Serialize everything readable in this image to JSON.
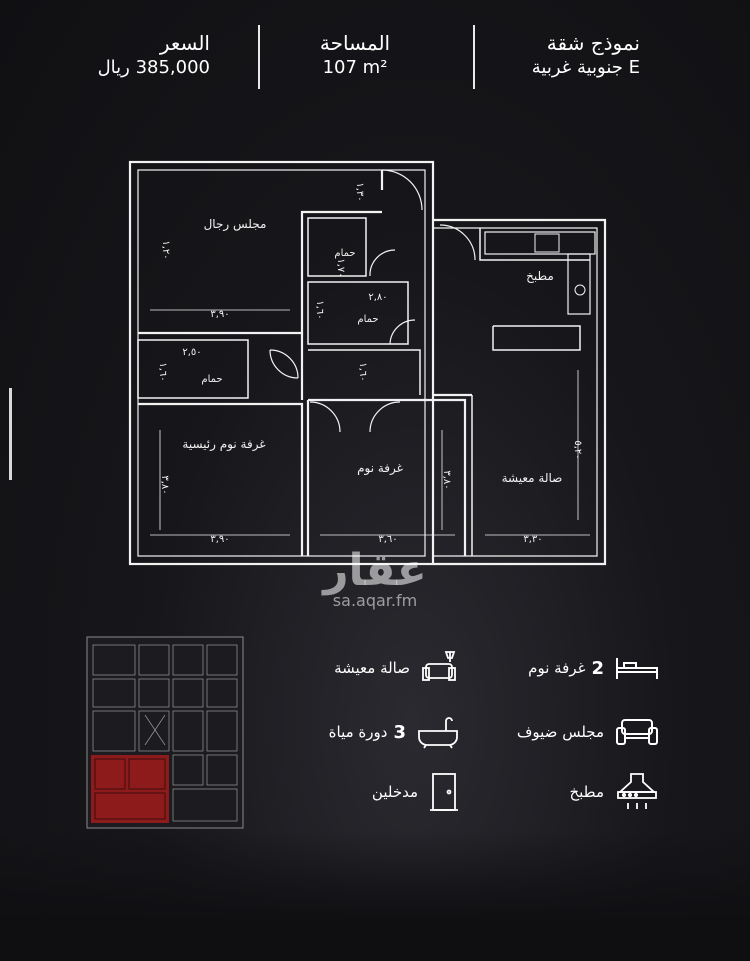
{
  "header": {
    "model_title": "نموذج شقة",
    "model_value": "E جنوبية غربية",
    "area_title": "المساحة",
    "area_value": "107 m²",
    "price_title": "السعر",
    "price_value": "385,000 ريال"
  },
  "plan": {
    "rooms": {
      "majlis": "مجلس رجال",
      "bath1": "حمام",
      "bath2": "حمام",
      "bath3": "حمام",
      "kitchen": "مطبخ",
      "master": "غرفة نوم رئيسية",
      "bedroom": "غرفة نوم",
      "living": "صالة معيشة"
    },
    "dims": {
      "majlis_w": "٣,٩٠",
      "bath1_h": "١,٧٠",
      "bath1_w": "١,٦٠",
      "bath2_w": "٢,٨٠",
      "bath2_h": "١,٦٠",
      "bath3_w": "٢,٥٠",
      "bath3_h": "١,٦٠",
      "corr_h": "١,٢٠",
      "master_w": "٣,٩٠",
      "master_h": "٣,٨٠",
      "bed_w": "٣,٦٠",
      "bed_h": "٣,٨٠",
      "living_w": "٣,٣٠",
      "living_h": "٥,٢٠",
      "hall_h": "١,٣٠"
    }
  },
  "watermark": {
    "logo": "عقار",
    "url": "sa.aqar.fm"
  },
  "features": {
    "bedrooms_count": "2",
    "bedrooms_label": "غرفة نوم",
    "living_label": "صالة معيشة",
    "majlis_label": "مجلس ضيوف",
    "bath_count": "3",
    "bath_label": "دورة مياة",
    "kitchen_label": "مطبخ",
    "entrances_label": "مدخلين"
  },
  "colors": {
    "background": "#141418",
    "line": "#f2f2f2",
    "highlight": "#9b1c1c"
  }
}
